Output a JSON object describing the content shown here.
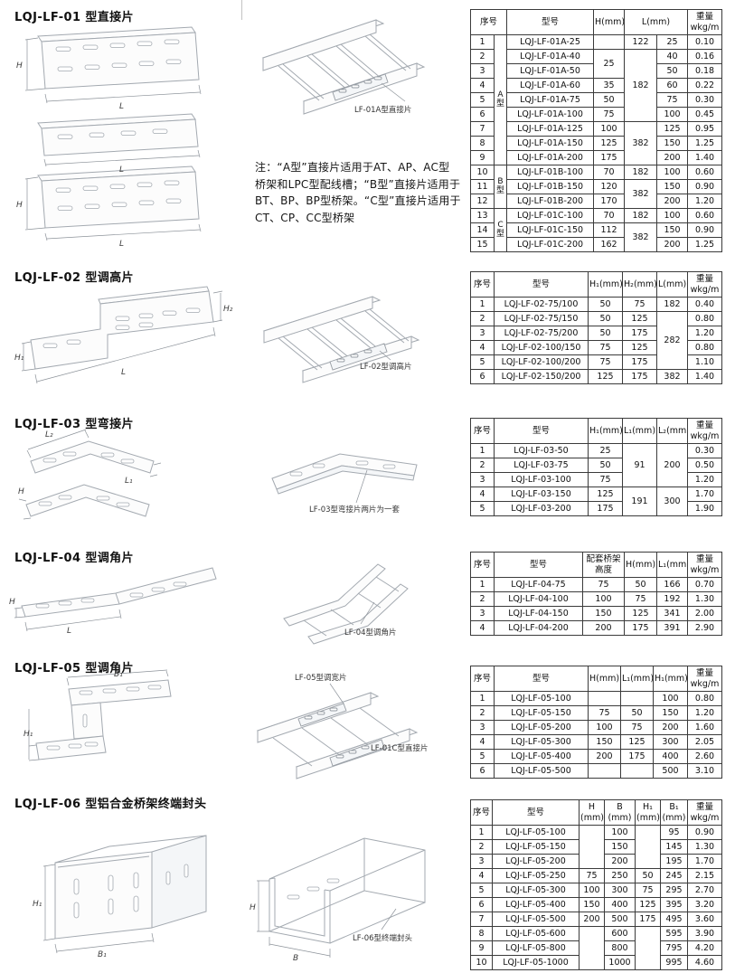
{
  "dims": {
    "H": "H",
    "L": "L",
    "H1": "H₁",
    "H2": "H₂",
    "L1": "L₁",
    "L2": "L₂",
    "B": "B",
    "B1": "B₁"
  },
  "sections": [
    {
      "title": "LQJ-LF-01 型直接片",
      "caption": "LF-01A型直接片",
      "note": "注：“A型”直接片适用于AT、AP、AC型\n桥架和LPC型配线槽；“B型”直接片适用于\nBT、BP、BP型桥架。“C型”直接片适用于\nCT、CP、CC型桥架"
    },
    {
      "title": "LQJ-LF-02 型调高片",
      "caption": "LF-02型调高片"
    },
    {
      "title": "LQJ-LF-03 型弯接片",
      "caption": "LF-03型弯接片两片为一套"
    },
    {
      "title": "LQJ-LF-04 型调角片",
      "caption": "LF-04型调角片"
    },
    {
      "title": "LQJ-LF-05 型调角片",
      "caption": "LF-05型调宽片",
      "caption2": "LF-01C型直接片"
    },
    {
      "title": "LQJ-LF-06 型铝合金桥架终端封头",
      "caption": "LF-06型终端封头"
    }
  ],
  "tables": [
    {
      "widths": [
        26,
        14,
        96,
        34,
        36,
        34,
        38
      ],
      "header": [
        [
          {
            "t": "序号",
            "cs": 2
          },
          "型号",
          "H(mm)",
          {
            "t": "L(mm)",
            "cs": 2
          },
          {
            "t": "重量\nwkg/m"
          }
        ]
      ],
      "rows": [
        [
          "1",
          {
            "t": "A\n型",
            "rs": 9,
            "cls": "grp"
          },
          "LQJ-LF-01A-25",
          "",
          "122",
          "25",
          "0.10"
        ],
        [
          "2",
          "LQJ-LF-01A-40",
          {
            "t": "25",
            "rs": 2
          },
          {
            "t": "182",
            "rs": 5
          },
          "40",
          "0.16"
        ],
        [
          "3",
          "LQJ-LF-01A-50",
          "50",
          "0.18"
        ],
        [
          "4",
          "LQJ-LF-01A-60",
          "35",
          "60",
          "0.22"
        ],
        [
          "5",
          "LQJ-LF-01A-75",
          "50",
          "75",
          "0.30"
        ],
        [
          "6",
          "LQJ-LF-01A-100",
          "75",
          "100",
          "0.45"
        ],
        [
          "7",
          "LQJ-LF-01A-125",
          "100",
          {
            "t": "382",
            "rs": 3
          },
          "125",
          "0.95"
        ],
        [
          "8",
          "LQJ-LF-01A-150",
          "125",
          "150",
          "1.25"
        ],
        [
          "9",
          "LQJ-LF-01A-200",
          "175",
          "200",
          "1.40"
        ],
        [
          "10",
          {
            "t": "B\n型",
            "rs": 3,
            "cls": "grp"
          },
          "LQJ-LF-01B-100",
          "70",
          "182",
          "100",
          "0.60"
        ],
        [
          "11",
          "LQJ-LF-01B-150",
          "120",
          {
            "t": "382",
            "rs": 2
          },
          "150",
          "0.90"
        ],
        [
          "12",
          "LQJ-LF-01B-200",
          "170",
          "200",
          "1.20"
        ],
        [
          "13",
          {
            "t": "C\n型",
            "rs": 3,
            "cls": "grp"
          },
          "LQJ-LF-01C-100",
          "70",
          "182",
          "100",
          "0.60"
        ],
        [
          "14",
          "LQJ-LF-01C-150",
          "112",
          {
            "t": "382",
            "rs": 2
          },
          "150",
          "0.90"
        ],
        [
          "15",
          "LQJ-LF-01C-200",
          "162",
          "200",
          "1.25"
        ]
      ]
    },
    {
      "widths": [
        26,
        104,
        38,
        38,
        34,
        38
      ],
      "header": [
        [
          "序号",
          "型号",
          "H₁(mm)",
          "H₂(mm)",
          "L(mm)",
          {
            "t": "重量\nwkg/m"
          }
        ]
      ],
      "rows": [
        [
          "1",
          "LQJ-LF-02-75/100",
          "50",
          "75",
          "182",
          "0.40"
        ],
        [
          "2",
          "LQJ-LF-02-75/150",
          "50",
          "125",
          {
            "t": "282",
            "rs": 4
          },
          "0.80"
        ],
        [
          "3",
          "LQJ-LF-02-75/200",
          "50",
          "175",
          "1.20"
        ],
        [
          "4",
          "LQJ-LF-02-100/150",
          "75",
          "125",
          "0.80"
        ],
        [
          "5",
          "LQJ-LF-02-100/200",
          "75",
          "175",
          "1.10"
        ],
        [
          "6",
          "LQJ-LF-02-150/200",
          "125",
          "175",
          "382",
          "1.40"
        ]
      ]
    },
    {
      "widths": [
        26,
        104,
        38,
        38,
        34,
        38
      ],
      "header": [
        [
          "序号",
          "型号",
          "H₁(mm)",
          "L₁(mm)",
          "L₂(mm)",
          {
            "t": "重量\nwkg/m"
          }
        ]
      ],
      "rows": [
        [
          "1",
          "LQJ-LF-03-50",
          "25",
          {
            "t": "91",
            "rs": 3
          },
          {
            "t": "200",
            "rs": 3
          },
          "0.30"
        ],
        [
          "2",
          "LQJ-LF-03-75",
          "50",
          "0.50"
        ],
        [
          "3",
          "LQJ-LF-03-100",
          "75",
          "1.20"
        ],
        [
          "4",
          "LQJ-LF-03-150",
          "125",
          {
            "t": "191",
            "rs": 2
          },
          {
            "t": "300",
            "rs": 2
          },
          "1.70"
        ],
        [
          "5",
          "LQJ-LF-03-200",
          "175",
          "1.90"
        ]
      ]
    },
    {
      "widths": [
        26,
        98,
        46,
        36,
        34,
        38
      ],
      "header": [
        [
          "序号",
          "型号",
          {
            "t": "配套桥架\n高度"
          },
          "H(mm)",
          "L₁(mm)",
          {
            "t": "重量\nwkg/m"
          }
        ]
      ],
      "rows": [
        [
          "1",
          "LQJ-LF-04-75",
          "75",
          "50",
          "166",
          "0.70"
        ],
        [
          "2",
          "LQJ-LF-04-100",
          "100",
          "75",
          "192",
          "1.30"
        ],
        [
          "3",
          "LQJ-LF-04-150",
          "150",
          "125",
          "341",
          "2.00"
        ],
        [
          "4",
          "LQJ-LF-04-200",
          "200",
          "175",
          "391",
          "2.90"
        ]
      ]
    },
    {
      "widths": [
        26,
        104,
        36,
        36,
        38,
        38
      ],
      "header": [
        [
          "序号",
          "型号",
          "H(mm)",
          "L₁(mm)",
          "H₁(mm)",
          {
            "t": "重量\nwkg/m"
          }
        ]
      ],
      "rows": [
        [
          "1",
          "LQJ-LF-05-100",
          "",
          "",
          "100",
          "0.80"
        ],
        [
          "2",
          "LQJ-LF-05-150",
          "75",
          "50",
          "150",
          "1.20"
        ],
        [
          "3",
          "LQJ-LF-05-200",
          "100",
          "75",
          "200",
          "1.60"
        ],
        [
          "4",
          "LQJ-LF-05-300",
          "150",
          "125",
          "300",
          "2.05"
        ],
        [
          "5",
          "LQJ-LF-05-400",
          "200",
          "175",
          "400",
          "2.60"
        ],
        [
          "6",
          "LQJ-LF-05-500",
          "",
          "",
          "500",
          "3.10"
        ]
      ]
    },
    {
      "widths": [
        24,
        96,
        28,
        34,
        28,
        30,
        38
      ],
      "header": [
        [
          "序号",
          "型号",
          {
            "t": "H\n(mm)"
          },
          {
            "t": "B\n(mm)"
          },
          {
            "t": "H₁\n(mm)"
          },
          {
            "t": "B₁\n(mm)"
          },
          {
            "t": "重量\nwkg/m"
          }
        ]
      ],
      "rows": [
        [
          "1",
          "LQJ-LF-05-100",
          {
            "t": "",
            "rs": 3
          },
          "100",
          {
            "t": "",
            "rs": 3
          },
          "95",
          "0.90"
        ],
        [
          "2",
          "LQJ-LF-05-150",
          "150",
          "145",
          "1.30"
        ],
        [
          "3",
          "LQJ-LF-05-200",
          "200",
          "195",
          "1.70"
        ],
        [
          "4",
          "LQJ-LF-05-250",
          "75",
          "250",
          "50",
          "245",
          "2.15"
        ],
        [
          "5",
          "LQJ-LF-05-300",
          "100",
          "300",
          "75",
          "295",
          "2.70"
        ],
        [
          "6",
          "LQJ-LF-05-400",
          "150",
          "400",
          "125",
          "395",
          "3.20"
        ],
        [
          "7",
          "LQJ-LF-05-500",
          "200",
          "500",
          "175",
          "495",
          "3.60"
        ],
        [
          "8",
          "LQJ-LF-05-600",
          {
            "t": "",
            "rs": 3
          },
          "600",
          {
            "t": "",
            "rs": 3
          },
          "595",
          "3.90"
        ],
        [
          "9",
          "LQJ-LF-05-800",
          "800",
          "795",
          "4.20"
        ],
        [
          "10",
          "LQJ-LF-05-1000",
          "1000",
          "995",
          "4.60"
        ]
      ]
    }
  ]
}
